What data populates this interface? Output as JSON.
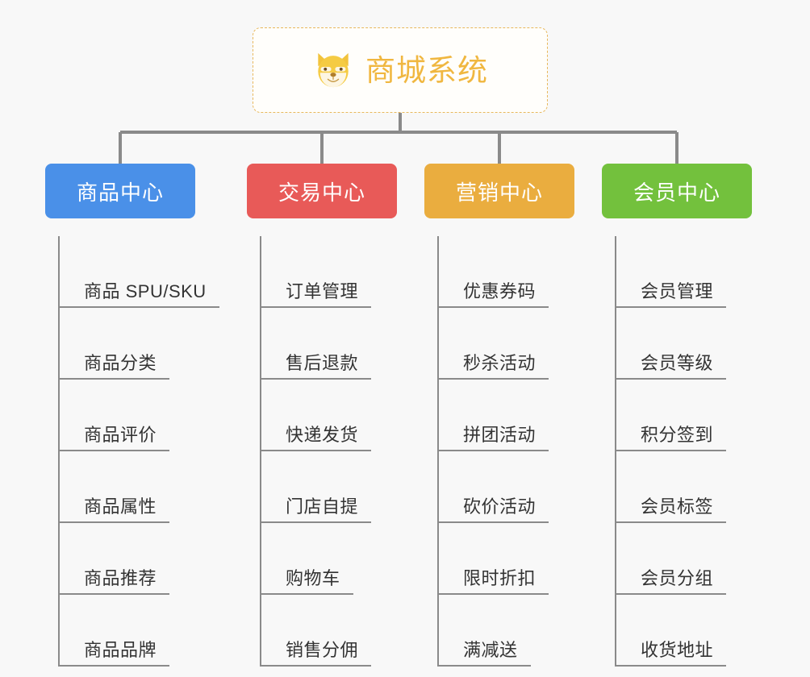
{
  "background_color": "#f8f8f8",
  "root": {
    "title": "商城系统",
    "icon": "dog-face-emoji",
    "text_color": "#f0b740",
    "border_color": "#e8b85c"
  },
  "columns": [
    {
      "header": "商品中心",
      "color": "#4a90e8",
      "items": [
        "商品 SPU/SKU",
        "商品分类",
        "商品评价",
        "商品属性",
        "商品推荐",
        "商品品牌"
      ]
    },
    {
      "header": "交易中心",
      "color": "#e85a58",
      "items": [
        "订单管理",
        "售后退款",
        "快递发货",
        "门店自提",
        "购物车",
        "销售分佣"
      ]
    },
    {
      "header": "营销中心",
      "color": "#eaad3f",
      "items": [
        "优惠券码",
        "秒杀活动",
        "拼团活动",
        "砍价活动",
        "限时折扣",
        "满减送"
      ]
    },
    {
      "header": "会员中心",
      "color": "#73c13d",
      "items": [
        "会员管理",
        "会员等级",
        "积分签到",
        "会员标签",
        "会员分组",
        "收货地址"
      ]
    }
  ],
  "connector_color": "#8a8a8a"
}
